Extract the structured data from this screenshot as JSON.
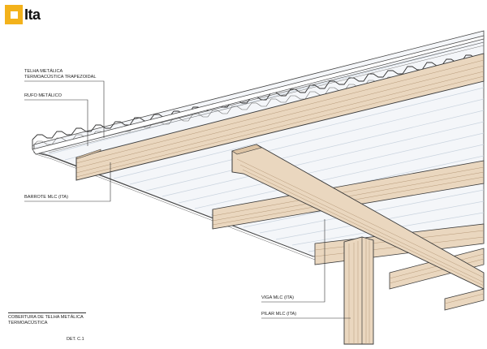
{
  "logo": {
    "text": "Ita",
    "color": "#f3b21b"
  },
  "labels": {
    "telha_line1": "TELHA METÁLICA",
    "telha_line2": "TERMOACÚSTICA TRAPEZOIDAL",
    "rufo": "RUFO METÁLICO",
    "barrote": "BARROTE MLC (ITA)",
    "viga": "VIGA MLC (ITA)",
    "pilar": "PILAR MLC (ITA)"
  },
  "title": {
    "line1": "COBERTURA DE TELHA METÁLICA",
    "line2": "TERMOACÚSTICA"
  },
  "detail_ref": "DET. C.1",
  "colors": {
    "wood": "#ead7bf",
    "wood_dark": "#dcc3a4",
    "outline": "#3a3a3a",
    "roof_stripe": "#e8edf3"
  }
}
